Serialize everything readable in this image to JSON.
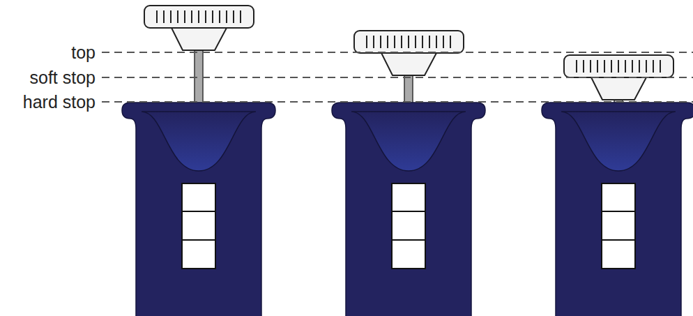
{
  "diagram": {
    "labels": [
      "top",
      "soft stop",
      "hard stop"
    ]
  }
}
